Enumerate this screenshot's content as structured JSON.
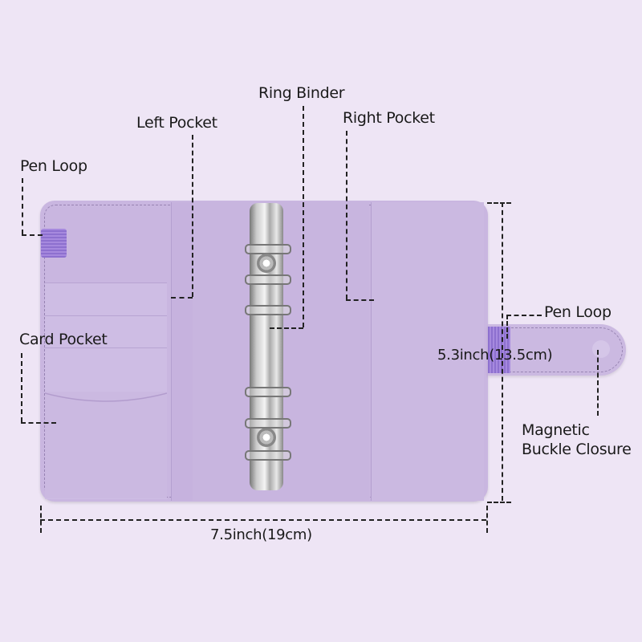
{
  "product": {
    "color": "#c9b6e0",
    "accent_elastic": "#9a7ed8",
    "background": "#eee5f5"
  },
  "labels": {
    "pen_loop_left": "Pen  Loop",
    "left_pocket": "Left Pocket",
    "ring_binder": "Ring Binder",
    "right_pocket": "Right Pocket",
    "card_pocket": "Card Pocket",
    "pen_loop_right": "Pen  Loop",
    "magnetic_line1": "Magnetic",
    "magnetic_line2": "Buckle Closure"
  },
  "dimensions": {
    "height": "5.3inch(13.5cm)",
    "width": "7.5inch(19cm)"
  }
}
